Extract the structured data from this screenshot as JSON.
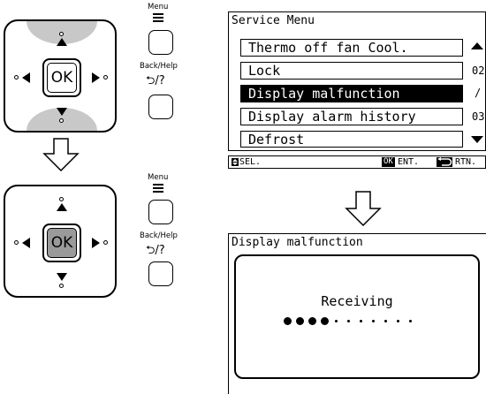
{
  "controller_top": {
    "ok_label": "OK",
    "menu_label": "Menu",
    "back_help_label": "Back/Help",
    "back_help_symbol": "⮌/?"
  },
  "controller_bottom": {
    "ok_label": "OK",
    "menu_label": "Menu",
    "back_help_label": "Back/Help",
    "back_help_symbol": "⮌/?"
  },
  "service_menu": {
    "title": "Service Menu",
    "items": [
      {
        "label": "Thermo off fan Cool.",
        "code": ""
      },
      {
        "label": "Lock",
        "code": "02"
      },
      {
        "label": "Display malfunction",
        "code": "/"
      },
      {
        "label": "Display alarm history",
        "code": "03"
      },
      {
        "label": "Defrost",
        "code": ""
      }
    ],
    "selected_index": 2,
    "status": {
      "sel_label": "SEL.",
      "ok_badge": "OK",
      "ent_label": "ENT.",
      "rtn_label": "RTN."
    }
  },
  "malfunction_screen": {
    "title": "Display malfunction",
    "message": "Receiving",
    "progress_filled": 4,
    "progress_total": 11
  },
  "colors": {
    "highlight": "#c8c8c8",
    "pressed": "#9a9a9a",
    "selected_row": "#000000"
  }
}
